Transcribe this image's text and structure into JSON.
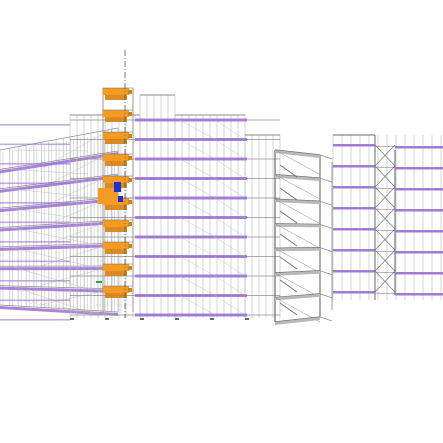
{
  "view": {
    "background": "#ffffff"
  },
  "colors": {
    "frame": "#8e8e8e",
    "frame_light": "#b9b9b9",
    "frame_dark": "#6a6a6a",
    "deck": "#9b6fd6",
    "deck_dark": "#7d4fc4",
    "stair_tower": "#f59a23",
    "stair_tower_dark": "#d97f0d",
    "centerline": "#555555",
    "accent_blue": "#1c2fd1",
    "accent_green": "#33a34a"
  },
  "scaffold": {
    "structure": "scaffolding-3d-model",
    "sections": [
      {
        "id": "left-wing",
        "lifts": 8
      },
      {
        "id": "central-block",
        "lifts": 10
      },
      {
        "id": "stair-tower",
        "lifts": 10
      },
      {
        "id": "right-corner-tower",
        "lifts": 7
      },
      {
        "id": "far-right-block",
        "lifts": 7
      }
    ]
  }
}
